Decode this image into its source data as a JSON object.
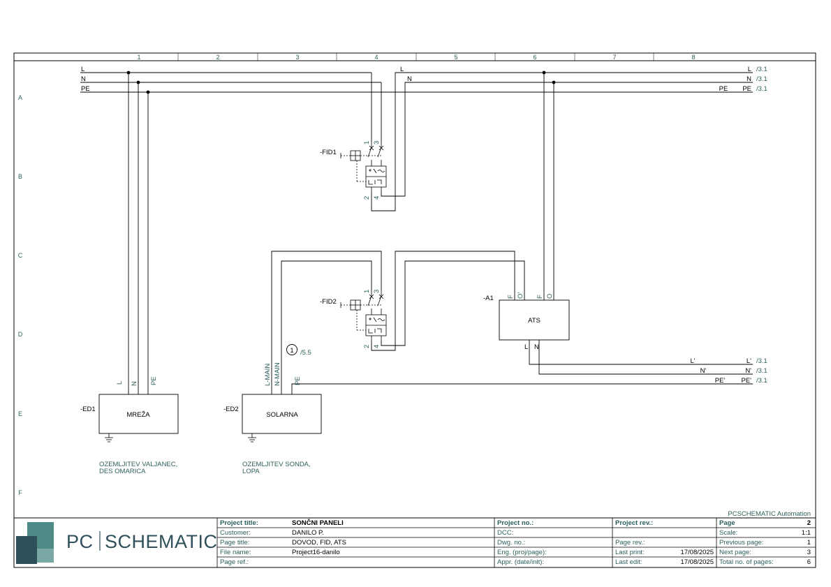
{
  "frame": {
    "columns": [
      "1",
      "2",
      "3",
      "4",
      "5",
      "6",
      "7",
      "8"
    ],
    "rows": [
      "A",
      "B",
      "C",
      "D",
      "E",
      "F"
    ]
  },
  "colors": {
    "accent": "#2c5f5c",
    "line": "#000000",
    "logo": "#2f4f5a"
  },
  "bus": {
    "left": {
      "L": "L",
      "N": "N",
      "PE": "PE"
    },
    "right": {
      "L": "L",
      "N": "N"
    },
    "end": {
      "L": "L",
      "N": "N",
      "PE": "PE",
      "PE2": "PE"
    },
    "refs": {
      "L": "/3.1",
      "N": "/3.1",
      "PE": "/3.1"
    }
  },
  "out_bus": {
    "end1": {
      "L": "L'",
      "N": "N'",
      "PE": "PE'"
    },
    "end2": {
      "L": "L'",
      "N": "N'",
      "PE": "PE'"
    },
    "refs": {
      "L": "/3.1",
      "N": "/3.1",
      "PE": "/3.1"
    }
  },
  "fid1": {
    "tag": "-FID1",
    "t1": "1",
    "t3": "3",
    "t2": "2",
    "t4": "4"
  },
  "fid2": {
    "tag": "-FID2",
    "t1": "1",
    "t3": "3",
    "t2": "2",
    "t4": "4"
  },
  "ats": {
    "tag": "-A1",
    "label": "ATS",
    "in1": "F",
    "in2": "O'",
    "in3": "F",
    "in4": "O",
    "out1": "L",
    "out2": "N"
  },
  "ed1": {
    "tag": "-ED1",
    "label": "MREŽA",
    "t_l": "L",
    "t_n": "N",
    "t_pe": "PE",
    "note1": "OZEMLJITEV VALJANEC,",
    "note2": "DES OMARICA"
  },
  "ed2": {
    "tag": "-ED2",
    "label": "SOLARNA",
    "t_l": "L-MAIN",
    "t_n": "N-MAIN",
    "t_pe": "PE",
    "note1": "OZEMLJITEV SONDA,",
    "note2": "LOPA"
  },
  "callout": {
    "number": "1",
    "ref": "/5.5"
  },
  "brand": {
    "text_pc": "PC",
    "text_schematic": "SCHEMATIC",
    "automation": "PCSCHEMATIC Automation"
  },
  "title_block": {
    "project_title_label": "Project title:",
    "project_title": "SONČNI PANELI",
    "customer_label": "Customer:",
    "customer": "DANILO P.",
    "page_title_label": "Page title:",
    "page_title": "DOVOD, FID, ATS",
    "file_name_label": "File name:",
    "file_name": "Project16-danilo",
    "page_ref_label": "Page ref.:",
    "page_ref": "",
    "project_no_label": "Project no.:",
    "project_no": "",
    "dcc_label": "DCC:",
    "dcc": "",
    "dwg_no_label": "Dwg. no.:",
    "dwg_no": "",
    "eng_label": "Eng. (proj/page):",
    "eng": "",
    "appr_label": "Appr. (date/init):",
    "appr": "",
    "project_rev_label": "Project rev.:",
    "project_rev": "",
    "page_rev_label": "Page rev.:",
    "page_rev": "",
    "last_print_label": "Last print:",
    "last_print": "17/08/2025",
    "last_edit_label": "Last edit:",
    "last_edit": "17/08/2025",
    "page_label": "Page",
    "page": "2",
    "scale_label": "Scale:",
    "scale": "1:1",
    "prev_page_label": "Previous page:",
    "prev_page": "1",
    "next_page_label": "Next page:",
    "next_page": "3",
    "total_pages_label": "Total no. of pages:",
    "total_pages": "6"
  }
}
